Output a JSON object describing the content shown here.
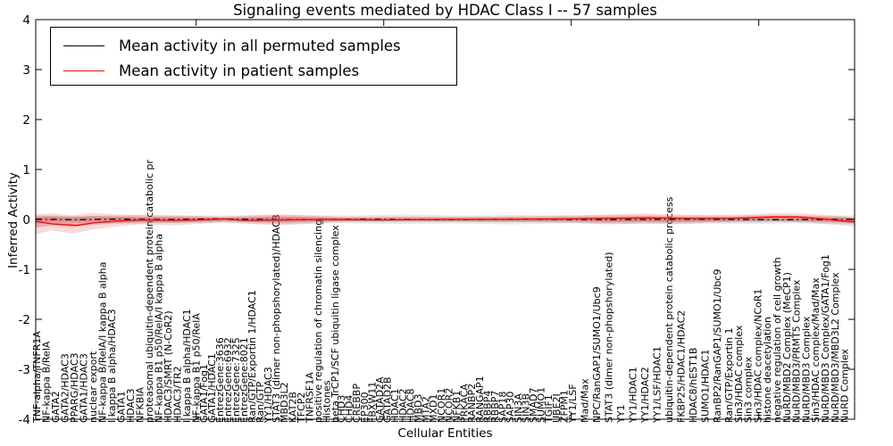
{
  "title": "Signaling events mediated by HDAC Class I -- 57 samples",
  "legend": {
    "items": [
      {
        "label": "Mean activity in all permuted samples",
        "color": "#000000"
      },
      {
        "label": "Mean activity in patient samples",
        "color": "#ff0000"
      }
    ],
    "position": "upper left"
  },
  "chart_data": {
    "type": "line",
    "title": "Signaling events mediated by HDAC Class I -- 57 samples",
    "xlabel": "Cellular Entities",
    "ylabel": "Inferred Activity",
    "ylim": [
      -4,
      4
    ],
    "yticks": [
      4,
      3,
      2,
      1,
      0,
      -1,
      -2,
      -3,
      -4
    ],
    "xticks_frac": [
      0.196,
      0.425,
      0.654,
      0.883
    ],
    "grid": false,
    "legend_position": "upper left",
    "series": [
      {
        "name": "Mean activity in all permuted samples",
        "color": "#000000",
        "line_style": "dashdot",
        "points": [
          [
            0,
            0.005
          ],
          [
            0.05,
            -0.005
          ],
          [
            0.1,
            0.008
          ],
          [
            0.15,
            -0.004
          ],
          [
            0.22,
            0.01
          ],
          [
            0.3,
            -0.006
          ],
          [
            0.4,
            0.004
          ],
          [
            0.5,
            -0.005
          ],
          [
            0.6,
            0.006
          ],
          [
            0.7,
            -0.004
          ],
          [
            0.8,
            0.005
          ],
          [
            0.9,
            -0.006
          ],
          [
            1,
            0.002
          ]
        ],
        "band_color": "#8a8a8a",
        "band": [
          [
            0,
            -0.09,
            0.08
          ],
          [
            0.06,
            -0.07,
            0.07
          ],
          [
            0.12,
            -0.09,
            0.09
          ],
          [
            0.18,
            -0.07,
            0.08
          ],
          [
            0.25,
            -0.08,
            0.08
          ],
          [
            0.31,
            -0.09,
            0.09
          ],
          [
            0.38,
            -0.08,
            0.08
          ],
          [
            0.45,
            -0.09,
            0.1
          ],
          [
            0.52,
            -0.08,
            0.08
          ],
          [
            0.58,
            -0.1,
            0.09
          ],
          [
            0.65,
            -0.08,
            0.08
          ],
          [
            0.72,
            -0.09,
            0.09
          ],
          [
            0.79,
            -0.08,
            0.08
          ],
          [
            0.86,
            -0.09,
            0.1
          ],
          [
            0.93,
            -0.08,
            0.08
          ],
          [
            1,
            -0.09,
            0.08
          ]
        ]
      },
      {
        "name": "Mean activity in patient samples",
        "color": "#ff0000",
        "line_style": "solid",
        "points": [
          [
            0,
            -0.04
          ],
          [
            0.02,
            -0.09
          ],
          [
            0.05,
            -0.12
          ],
          [
            0.07,
            -0.07
          ],
          [
            0.1,
            -0.03
          ],
          [
            0.13,
            -0.01
          ],
          [
            0.17,
            -0.02
          ],
          [
            0.2,
            -0.01
          ],
          [
            0.23,
            0.01
          ],
          [
            0.255,
            -0.02
          ],
          [
            0.3,
            -0.01
          ],
          [
            0.35,
            0
          ],
          [
            0.42,
            -0.01
          ],
          [
            0.5,
            0
          ],
          [
            0.58,
            0
          ],
          [
            0.65,
            0.01
          ],
          [
            0.7,
            0.02
          ],
          [
            0.75,
            0.03
          ],
          [
            0.8,
            0.02
          ],
          [
            0.85,
            0.02
          ],
          [
            0.9,
            0.05
          ],
          [
            0.93,
            0.05
          ],
          [
            0.96,
            0.01
          ],
          [
            0.985,
            -0.03
          ],
          [
            1,
            -0.05
          ]
        ],
        "band_color": "#e04040",
        "band": [
          [
            0,
            -0.3,
            0.1
          ],
          [
            0.02,
            -0.22,
            0.12
          ],
          [
            0.045,
            -0.28,
            0.08
          ],
          [
            0.07,
            -0.2,
            0.13
          ],
          [
            0.1,
            -0.14,
            0.1
          ],
          [
            0.13,
            -0.1,
            0.09
          ],
          [
            0.17,
            -0.12,
            0.08
          ],
          [
            0.2,
            -0.09,
            0.07
          ],
          [
            0.23,
            -0.05,
            0.05
          ],
          [
            0.27,
            -0.1,
            0.09
          ],
          [
            0.3,
            -0.12,
            0.1
          ],
          [
            0.33,
            -0.09,
            0.08
          ],
          [
            0.37,
            -0.05,
            0.05
          ],
          [
            0.45,
            -0.04,
            0.04
          ],
          [
            0.52,
            -0.05,
            0.05
          ],
          [
            0.6,
            -0.05,
            0.06
          ],
          [
            0.66,
            -0.07,
            0.08
          ],
          [
            0.7,
            -0.1,
            0.1
          ],
          [
            0.74,
            -0.08,
            0.12
          ],
          [
            0.78,
            -0.1,
            0.1
          ],
          [
            0.82,
            -0.07,
            0.08
          ],
          [
            0.86,
            -0.05,
            0.08
          ],
          [
            0.9,
            -0.04,
            0.13
          ],
          [
            0.94,
            -0.06,
            0.12
          ],
          [
            0.97,
            -0.1,
            0.08
          ],
          [
            1,
            -0.14,
            0.04
          ]
        ]
      }
    ],
    "label_clusters": [
      {
        "x0": 45,
        "dx": 10.5,
        "labels": [
          "TNF-alpha/TNFR1A",
          "NF-kappa B/RelA",
          "GATA2",
          "GATA2/HDAC3",
          "PPARG/HDAC3",
          "GATA1/HDAC3",
          "nuclear export",
          "NF-kappa B/RelA/I kappa B alpha",
          "I kappa B alpha/HDAC3",
          "GATA1",
          "HDAC3",
          "NFKBIA",
          "proteasomal ubiquitin-dependent protein catabolic pr",
          "NF-kappa B1 p50/RelA/I kappa B alpha",
          "HDAC3/SMRT (N-CoR2)",
          "HDAC3/TR2",
          "I kappa B alpha/HDAC1",
          "NF-kappa B1 p50/RelA"
        ]
      },
      {
        "x0": 232,
        "dx": 9,
        "labels": [
          "GATA1/Fog1",
          "GATA1/HDAC1",
          "EntrezGene:3636",
          "EntrezGene:6932",
          "EntrezGene:7325",
          "EntrezGene:8021",
          "Ran/GTP/Exportin 1/HDAC1",
          "Ran/GTP",
          "YY1/HDAC3",
          "STAT3 (dimer non-phopshorylated)/HDAC3"
        ]
      },
      {
        "x0": 322,
        "dx": 9.5,
        "labels": [
          "MBD3L2",
          "KAT2B",
          "TFCP2",
          "TNFRSF1A",
          "positive regulation of chromatin silencing",
          "Histones",
          "beta TrCP1/SCF ubiquitin ligase complex"
        ]
      },
      {
        "x0": 386,
        "dx": 8.6,
        "labels": [
          "CHD3",
          "CHD4",
          "CREBBP",
          "EP300",
          "FBXW11",
          "GATAD2A",
          "GATAD2B",
          "HDAC1",
          "HDAC2",
          "HDAC8",
          "MBD3",
          "MTA2",
          "MXD1",
          "NCOR1",
          "NCOR2",
          "NFKB1",
          "PRKACA",
          "RANBP2",
          "RANGAP1",
          "RBBP4",
          "RBBP7",
          "SAP18",
          "SAP30",
          "SIN3A",
          "SIN3B",
          "SMAD7",
          "SUMO1",
          "TGIF1",
          "UBE2I",
          "ZFPM1"
        ]
      },
      {
        "x0": 645,
        "dx": 13.5,
        "labels": [
          "YY1/LSF",
          "Mad/Max",
          "NPC/RanGAP1/SUMO1/Ubc9",
          "STAT3 (dimer non-phopshorylated)",
          "YY1",
          "YY1/HDAC1",
          "YY1/HDAC2",
          "YY1/LSF/HDAC1",
          "ubiquitin-dependent protein catabolic process",
          "FKBP25/HDAC1/HDAC2",
          "HDAC8/hEST1B",
          "SUMO1/HDAC1",
          "RanBP2/RanGAP1/SUMO1/Ubc9"
        ]
      },
      {
        "x0": 820,
        "dx": 10.8,
        "labels": [
          "Ran/GTP/Exportin 1",
          "Sin3/HDAC complex",
          "Sin3 complex",
          "Sin3/HDAC complex/NCoR1",
          "histone deacetylation",
          "negative regulation of cell growth",
          "NuRD/MBD2 Complex (MeCP1)",
          "NuRD/MBD3/PRMT5 Complex",
          "NuRD/MBD3 Complex",
          "Sin3/HDAC complex/Mad/Max",
          "NuRD/MBD3 Complex/GATA1/Fog1",
          "NuRD/MBD3/MBD3L2 Complex",
          "NuRD Complex"
        ]
      }
    ]
  }
}
